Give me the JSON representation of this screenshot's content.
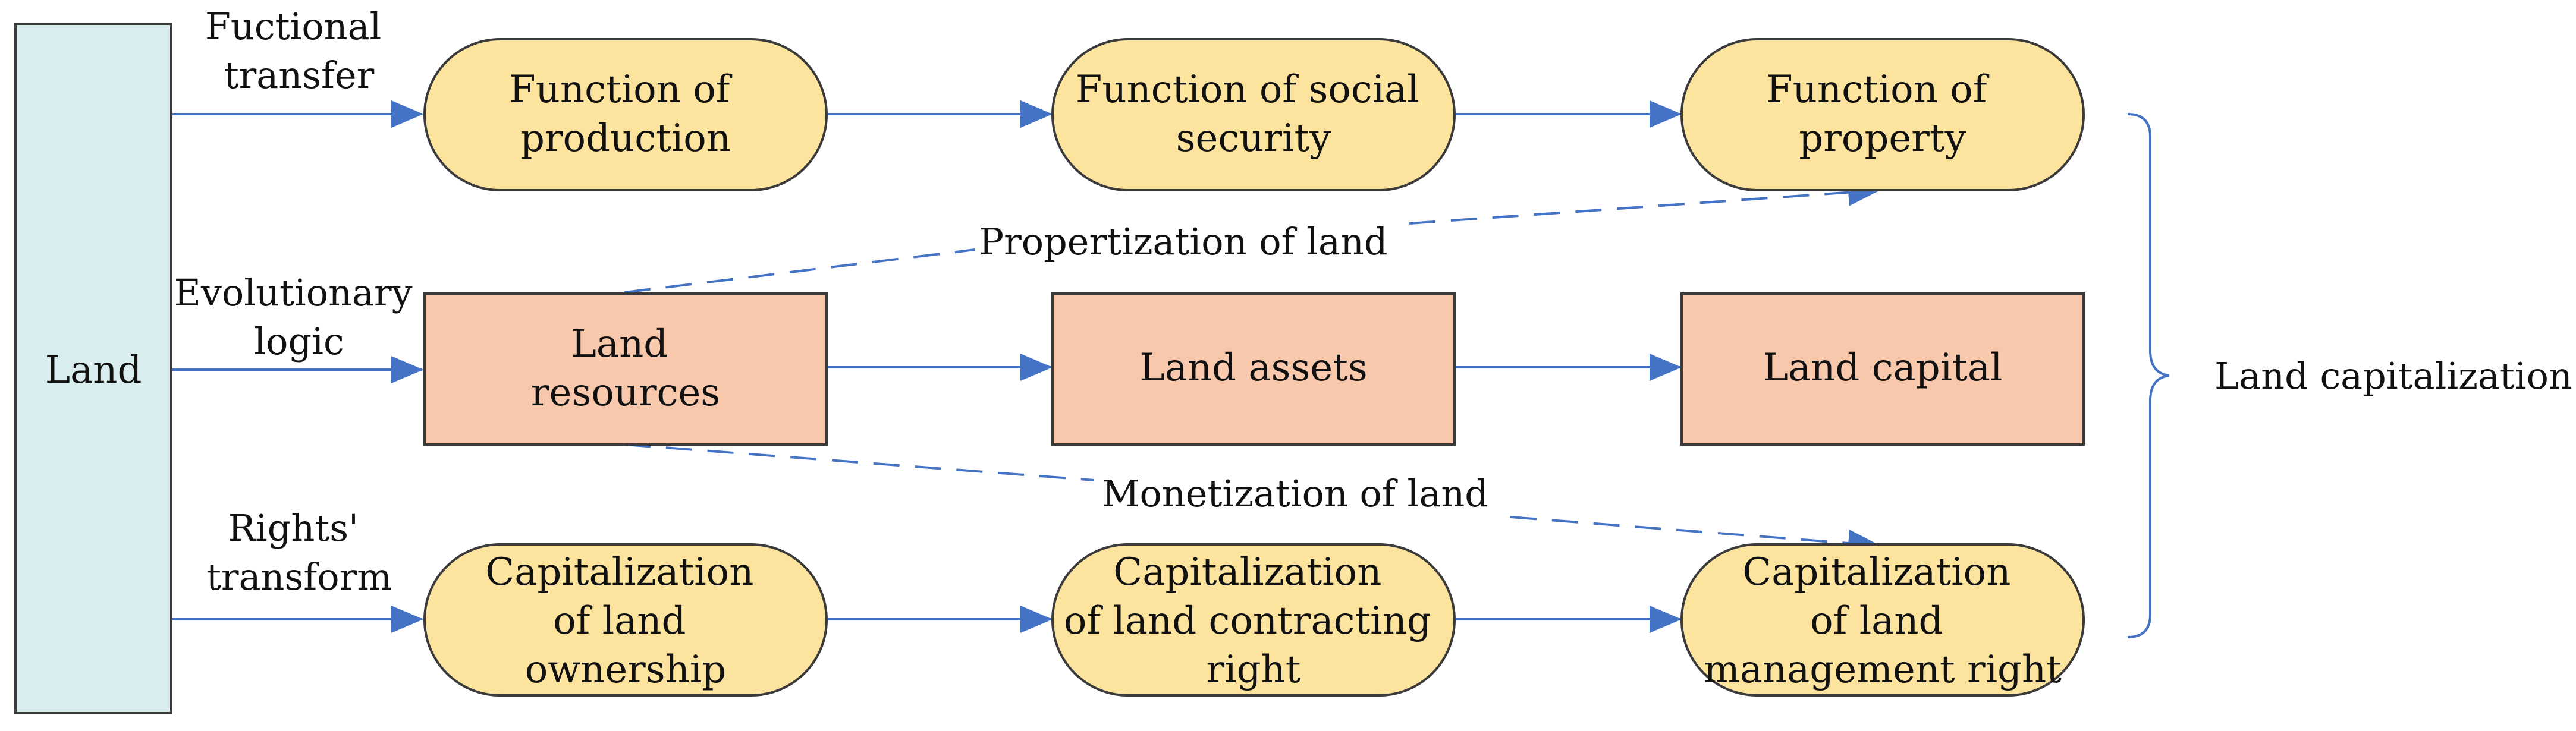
{
  "colors": {
    "land_fill": "#daeef0",
    "rounded_fill": "#fde49e",
    "rect_fill": "#f7c8ac",
    "edge": "#4472c4",
    "stroke": "#3a3a3a"
  },
  "nodes": {
    "land": "Land",
    "func_production": [
      "Function of",
      "production"
    ],
    "func_social": [
      "Function of social",
      "security"
    ],
    "func_property": [
      "Function of",
      "property"
    ],
    "land_resources": [
      "Land",
      "resources"
    ],
    "land_assets": "Land assets",
    "land_capital": "Land capital",
    "cap_ownership": [
      "Capitalization",
      "of land",
      "ownership"
    ],
    "cap_contracting": [
      "Capitalization",
      "of land contracting",
      "right"
    ],
    "cap_management": [
      "Capitalization",
      "of land",
      "management right"
    ]
  },
  "edge_labels": {
    "functional_transfer": [
      "Fuctional",
      "transfer"
    ],
    "evolutionary_logic": [
      "Evolutionary",
      "logic"
    ],
    "rights_transform": [
      "Rights'",
      "transform"
    ],
    "propertization": "Propertization of land",
    "monetization": "Monetization of land"
  },
  "bracket_label": "Land capitalization"
}
